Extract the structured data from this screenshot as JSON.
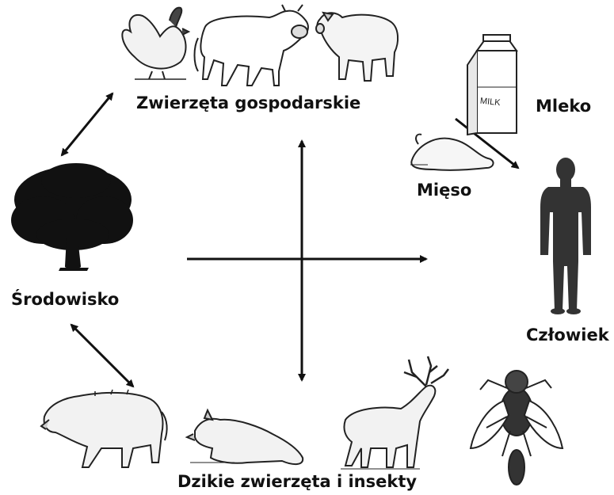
{
  "labels": {
    "farm_animals": "Zwierzęta gospodarskie",
    "environment": "Środowisko",
    "wild_animals": "Dzikie zwierzęta i insekty",
    "milk": "Mleko",
    "meat": "Mięso",
    "human": "Człowiek",
    "milk_carton_text": "MILK"
  },
  "icons": [
    "chicken-icon",
    "cow-icon",
    "pig-icon",
    "milk-carton-icon",
    "roast-chicken-icon",
    "tree-icon",
    "human-silhouette-icon",
    "boar-icon",
    "fox-icon",
    "deer-icon",
    "fly-icon"
  ],
  "colors": {
    "ink": "#111111",
    "silhouette": "#333333",
    "background": "#ffffff"
  }
}
